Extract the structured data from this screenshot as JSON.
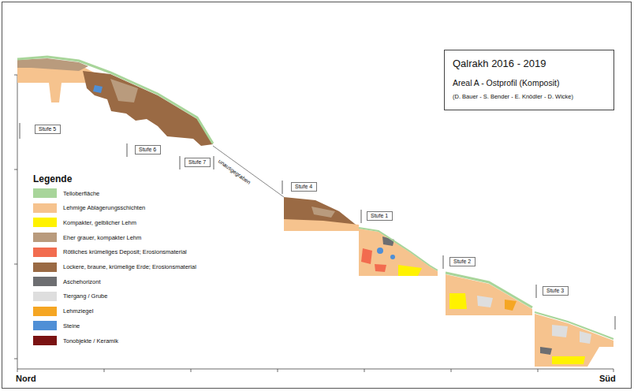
{
  "diagram": {
    "nodes": [
      {
        "text": [
          "Qalrakh 2016 - 2019",
          "Areal A - Ostprofil (Komposit)",
          "(D. Bauer - S. Bender - E. Knödler - D. Wicke)"
        ]
      },
      {
        "text": [
          "Stufe 5"
        ]
      },
      {
        "text": [
          "Stufe 6"
        ]
      },
      {
        "text": [
          "Stufe 7"
        ]
      },
      {
        "text": [
          "Stufe 4"
        ]
      },
      {
        "text": [
          "Stufe 1"
        ]
      },
      {
        "text": [
          "Stufe 2"
        ]
      },
      {
        "text": [
          "Stufe 3"
        ]
      }
    ],
    "edges": [],
    "labels": [
      "Legende",
      "unausgegraben",
      "Nord",
      "Süd"
    ],
    "legend": [
      {
        "text": "Telloberfläche",
        "color": "#a8d59a"
      },
      {
        "text": "Lehmige Ablagerungsschichten",
        "color": "#f6c38e"
      },
      {
        "text": "Kompakter, gelblicher Lehm",
        "color": "#fff200"
      },
      {
        "text": "Eher grauer, kompakter Lehm",
        "color": "#b99b7d"
      },
      {
        "text": "Rötliches krümeliges Deposit; Erosionsmaterial",
        "color": "#f26c4f"
      },
      {
        "text": "Lockere, braune, krümelige Erde; Erosionsmaterial",
        "color": "#9a6a44"
      },
      {
        "text": "Aschehorizont",
        "color": "#6d6e71"
      },
      {
        "text": "Tiergang / Grube",
        "color": "#dedede"
      },
      {
        "text": "Lehmziegel",
        "color": "#f5a623"
      },
      {
        "text": "Steine",
        "color": "#4f8fd6"
      },
      {
        "text": "Tonobjekte / Keramik",
        "color": "#7a1212"
      }
    ]
  }
}
